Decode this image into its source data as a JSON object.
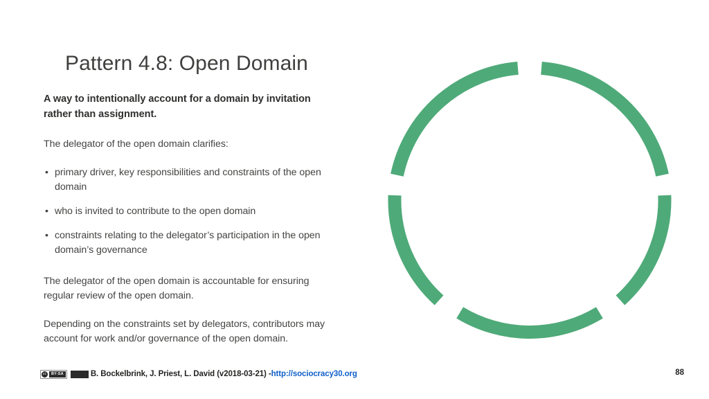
{
  "slide": {
    "title": "Pattern 4.8: Open Domain",
    "page_number": "88",
    "background_color": "#ffffff"
  },
  "content": {
    "lead_paragraph": "A way to intentionally account for a domain by invitation rather than assignment.",
    "intro_paragraph": "The delegator of the open domain clarifies:",
    "bullets": [
      {
        "marker": "•",
        "text": "primary driver, key responsibilities and constraints of the open domain"
      },
      {
        "marker": "•",
        "text": "who is invited to contribute to the open domain"
      },
      {
        "marker": "•",
        "text": "constraints relating to the delegator’s participation in the open domain’s governance"
      }
    ],
    "closing_paragraphs": [
      "The delegator of the open domain is accountable for ensuring regular review of the open domain.",
      "Depending on the constraints set by delegators, contributors may account for work and/or governance of the open domain."
    ]
  },
  "diagram": {
    "name": "dashed-circle-open-domain",
    "accent_color": "#4faa79",
    "segments": 4,
    "description": "Circle drawn as four green arc segments with open gaps at top, bottom, left and right"
  },
  "footer": {
    "license_badge": {
      "name": "creative-commons-by-sa-badge",
      "cc_symbol": "cc",
      "license_text": "BY-SA"
    },
    "attribution": "B. Bockelbrink, J. Priest, L. David (v2018-03-21) - ",
    "link_text": "http://sociocracy30.org",
    "link_color": "#1060c9"
  }
}
